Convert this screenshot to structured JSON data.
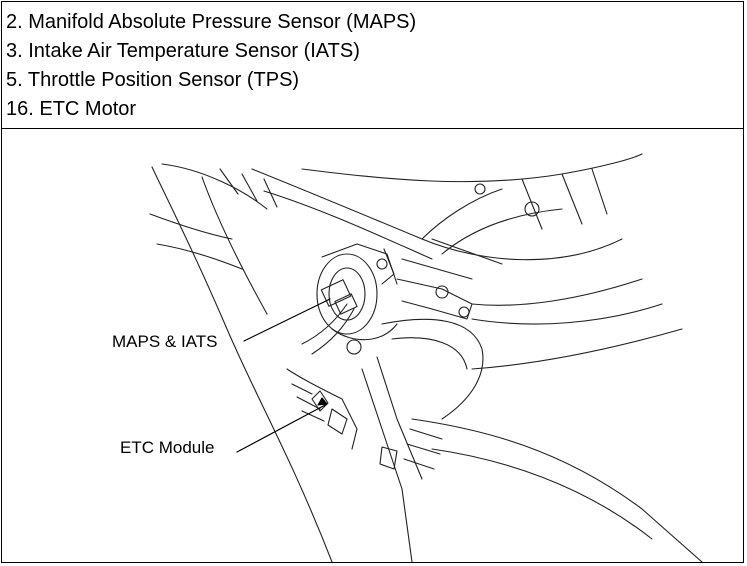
{
  "legend": {
    "items": [
      {
        "label": "2. Manifold Absolute Pressure Sensor (MAPS)"
      },
      {
        "label": "3. Intake Air Temperature Sensor (IATS)"
      },
      {
        "label": "5. Throttle Position Sensor (TPS)"
      },
      {
        "label": "16. ETC Motor"
      }
    ]
  },
  "figure": {
    "callouts": {
      "maps_iats": "MAPS & IATS",
      "etc_module": "ETC Module"
    }
  }
}
